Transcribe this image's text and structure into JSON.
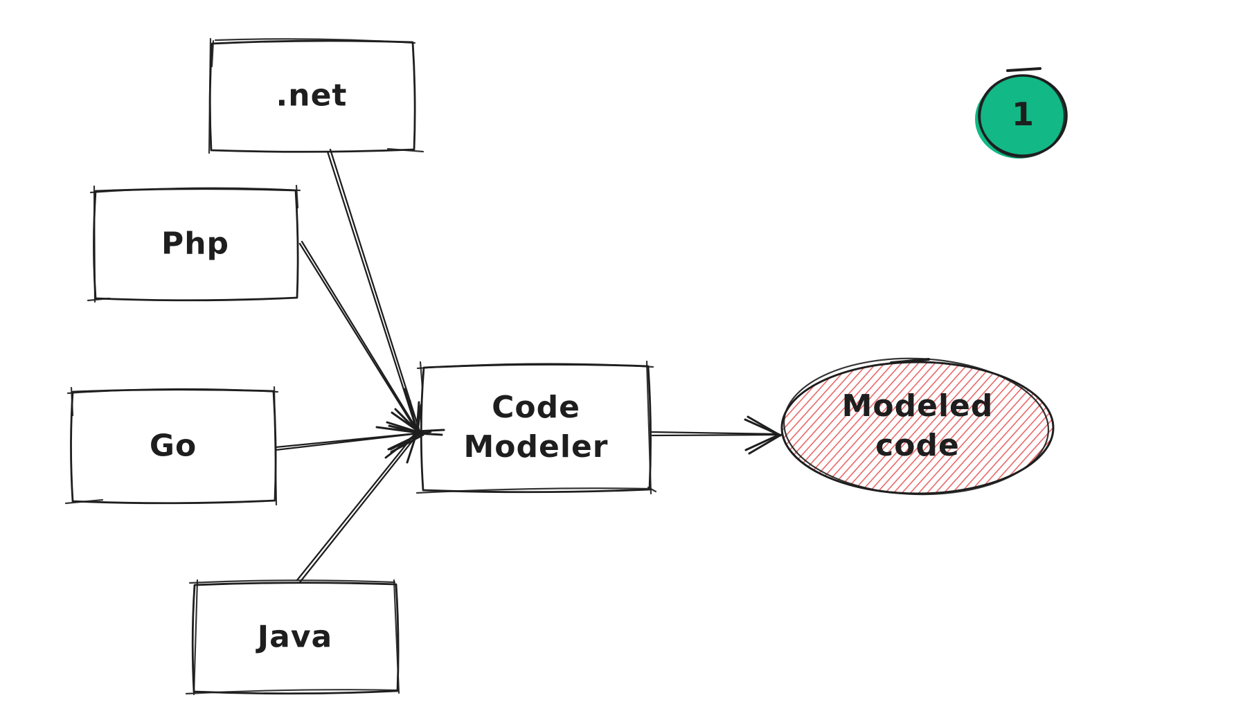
{
  "diagram": {
    "background_color": "#ffffff",
    "stroke_color": "#1e1e1e",
    "nodes": {
      "dotnet": {
        "label": ".net",
        "shape": "rectangle"
      },
      "php": {
        "label": "Php",
        "shape": "rectangle"
      },
      "go": {
        "label": "Go",
        "shape": "rectangle"
      },
      "java": {
        "label": "Java",
        "shape": "rectangle"
      },
      "code_modeler": {
        "line1": "Code",
        "line2": "Modeler",
        "shape": "rectangle"
      },
      "modeled_code": {
        "line1": "Modeled",
        "line2": "code",
        "shape": "ellipse",
        "fill_style": "hachure",
        "fill_color": "#e03131"
      }
    },
    "badge": {
      "label": "1",
      "fill_color": "#12b886",
      "shape": "circle"
    },
    "edges": [
      {
        "from": "dotnet",
        "to": "code_modeler",
        "arrowhead": "arrow"
      },
      {
        "from": "php",
        "to": "code_modeler",
        "arrowhead": "arrow"
      },
      {
        "from": "go",
        "to": "code_modeler",
        "arrowhead": "arrow"
      },
      {
        "from": "java",
        "to": "code_modeler",
        "arrowhead": "arrow"
      },
      {
        "from": "code_modeler",
        "to": "modeled_code",
        "arrowhead": "arrow"
      }
    ]
  }
}
